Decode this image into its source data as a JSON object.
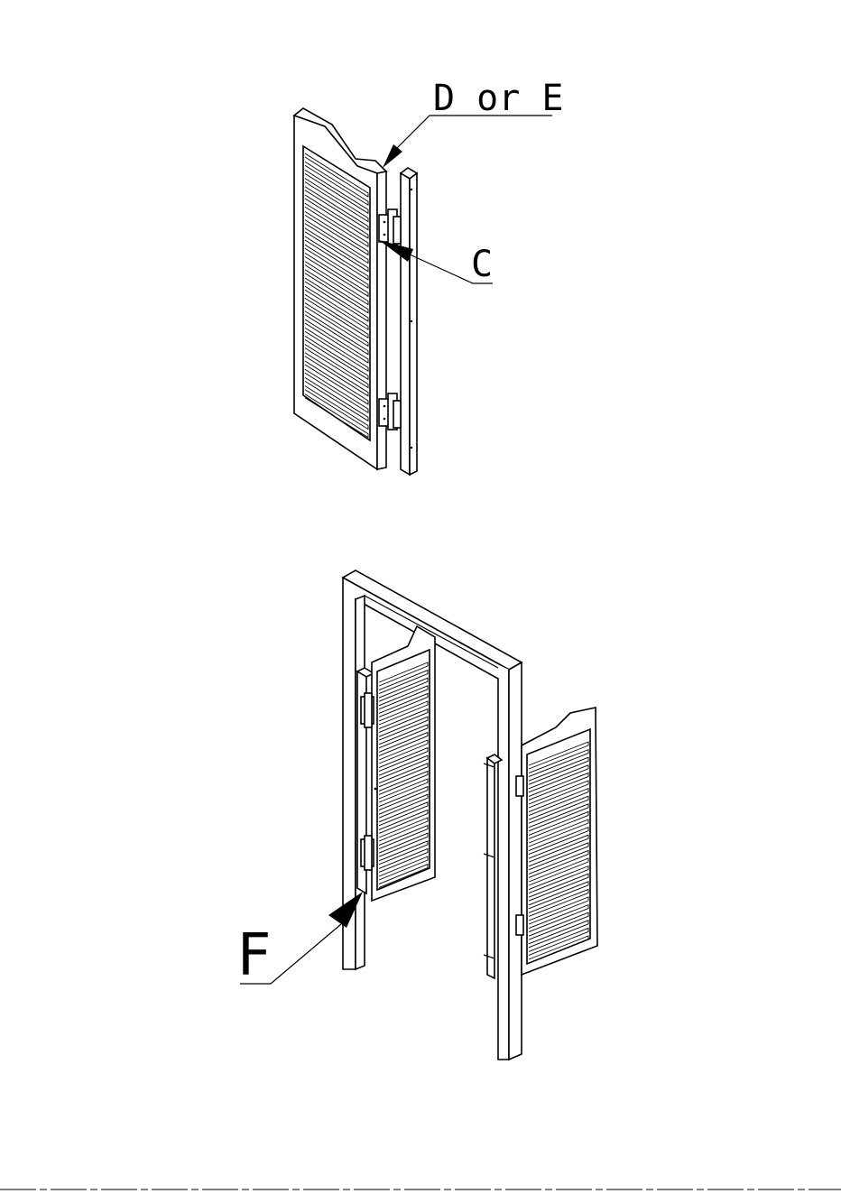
{
  "labels": {
    "top_hinge_part": "D or E",
    "hinge": "C",
    "mount": "F"
  },
  "colors": {
    "line": "#000000",
    "background": "#ffffff"
  }
}
